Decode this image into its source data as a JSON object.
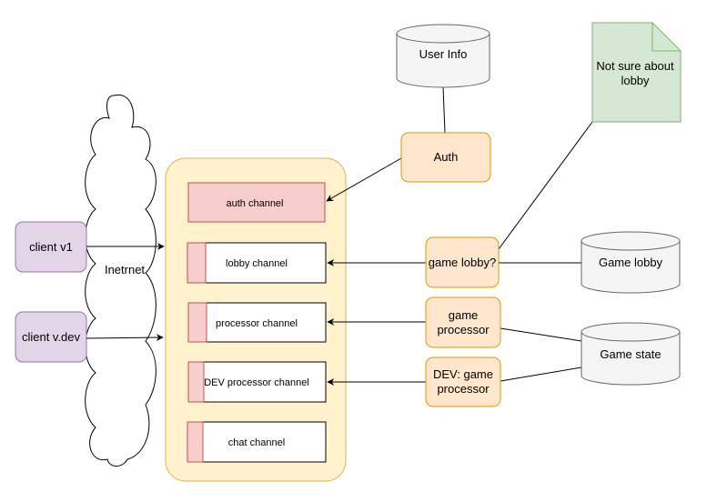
{
  "colors": {
    "container_fill": "#fff2cc",
    "container_stroke": "#d6b656",
    "service_fill": "#ffe6cc",
    "service_stroke": "#d79b00",
    "client_fill": "#e1d5e7",
    "client_stroke": "#9673a6",
    "channel_accent_fill": "#f8cecc",
    "channel_accent_stroke": "#b85450",
    "note_fill": "#d5e8d4",
    "note_stroke": "#82b366",
    "db_fill": "#f5f5f5",
    "db_stroke": "#666666"
  },
  "cloud": {
    "label": "Inetrnet"
  },
  "clients": [
    {
      "label": "client v1"
    },
    {
      "label": "client v.dev"
    }
  ],
  "channels": [
    {
      "label": "auth channel"
    },
    {
      "label": "lobby channel"
    },
    {
      "label": "processor channel"
    },
    {
      "label": "DEV processor channel"
    },
    {
      "label": "chat channel"
    }
  ],
  "services": [
    {
      "label": "Auth"
    },
    {
      "label": "game lobby?"
    },
    {
      "label_lines": [
        "game",
        "processor"
      ]
    },
    {
      "label_lines": [
        "DEV: game",
        "processor"
      ]
    }
  ],
  "databases": [
    {
      "label": "User Info"
    },
    {
      "label": "Game lobby"
    },
    {
      "label": "Game state"
    }
  ],
  "note": {
    "label_lines": [
      "Not sure about",
      "lobby"
    ]
  }
}
